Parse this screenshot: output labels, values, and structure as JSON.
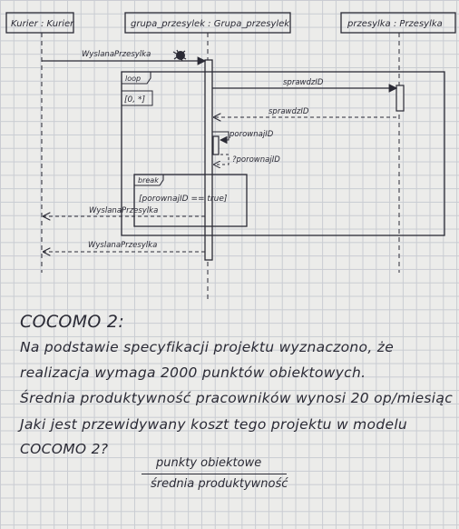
{
  "diagram": {
    "lifelines": [
      {
        "label": "Kurier : Kurier"
      },
      {
        "label": "grupa_przesylek : Grupa_przesylek"
      },
      {
        "label": "przesylka : Przesylka"
      }
    ],
    "messages": {
      "m1": "WyslanaPrzesylka",
      "m2": "sprawdzID",
      "m3": "sprawdzID",
      "m4": "porownajID",
      "m5": "?porownajID",
      "m6": "WyslanaPrzesylka",
      "m7": "WyslanaPrzesylka"
    },
    "frames": {
      "loop_label": "loop",
      "loop_guard": "[0, *]",
      "break_label": "break",
      "break_guard": "[porownajID == true]"
    }
  },
  "notes": {
    "heading": "COCOMO 2:",
    "lines": [
      "Na podstawie specyfikacji projektu wyznaczono, że",
      "realizacja wymaga 2000 punktów obiektowych.",
      "Średnia produktywność pracowników wynosi 20 op/miesiąc",
      "Jaki jest przewidywany koszt tego projektu w modelu",
      "COCOMO 2?"
    ],
    "fraction": {
      "numerator": "punkty obiektowe",
      "denominator": "średnia produktywność"
    }
  }
}
